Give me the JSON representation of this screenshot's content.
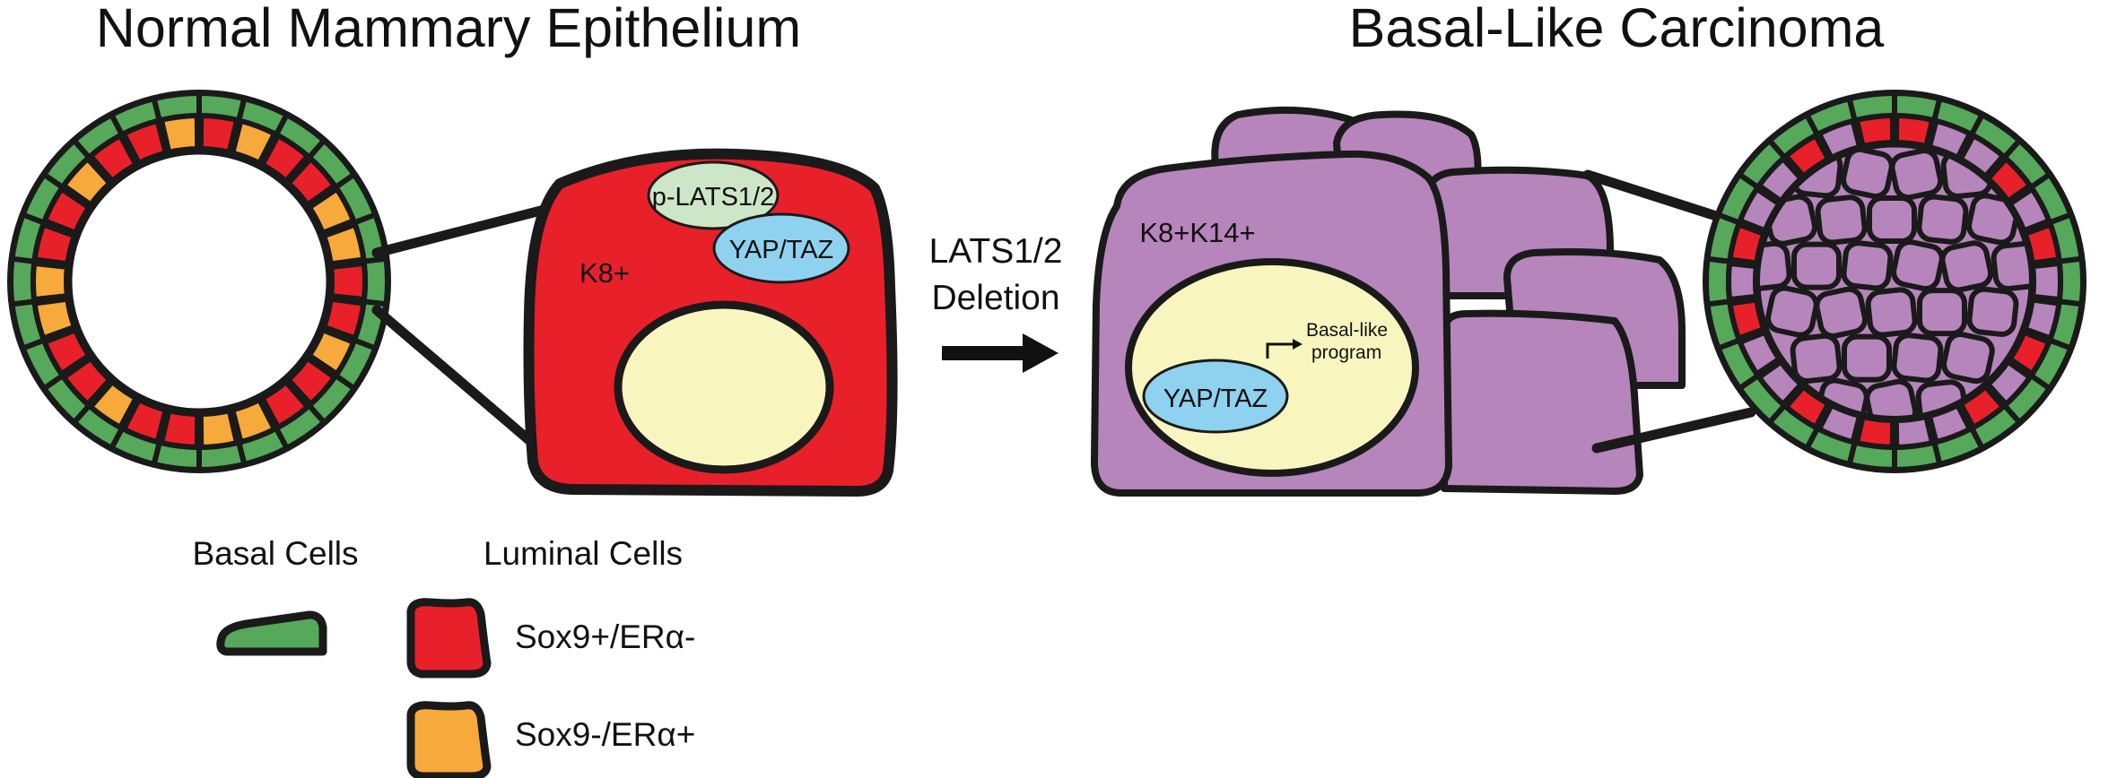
{
  "titles": {
    "left": "Normal Mammary Epithelium",
    "right": "Basal-Like Carcinoma"
  },
  "normal_cell": {
    "marker_label": "K8+",
    "protein_1": "p-LATS1/2",
    "protein_2": "YAP/TAZ"
  },
  "transition": {
    "line1": "LATS1/2",
    "line2": "Deletion"
  },
  "tumor_cell": {
    "marker_label": "K8+K14+",
    "protein": "YAP/TAZ",
    "program_line1": "Basal-like",
    "program_line2": "program"
  },
  "legend": {
    "basal_heading": "Basal Cells",
    "luminal_heading": "Luminal Cells",
    "luminal_item_1": "Sox9+/ERα-",
    "luminal_item_2": "Sox9-/ERα+"
  },
  "colors": {
    "basal_green": "#56a85a",
    "luminal_red": "#e8202a",
    "luminal_orange": "#f7a93b",
    "tumor_purple": "#b685bb",
    "nucleus_yellow": "#f8f6be",
    "plats_green": "#cde6c8",
    "yap_blue": "#8fd2ef",
    "outline": "#1a1a1a"
  }
}
